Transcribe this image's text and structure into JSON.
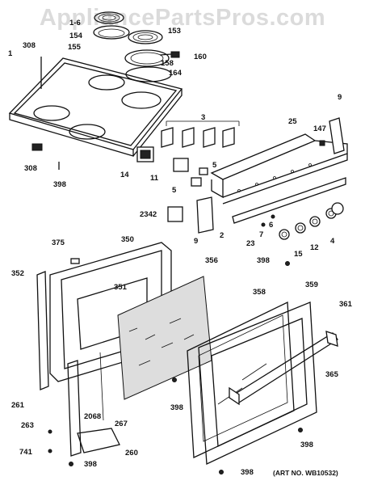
{
  "watermark": "AppliancePartsPros.com",
  "art_number": "(ART NO. WB10532)",
  "part_labels": [
    "1",
    "308",
    "154",
    "155",
    "158",
    "160",
    "164",
    "1-6",
    "153",
    "308",
    "398",
    "3",
    "14",
    "11",
    "5",
    "5",
    "2342",
    "9",
    "2",
    "25",
    "147",
    "9",
    "7",
    "6",
    "23",
    "4",
    "12",
    "15",
    "398",
    "375",
    "350",
    "352",
    "351",
    "356",
    "358",
    "359",
    "361",
    "365",
    "261",
    "2068",
    "263",
    "267",
    "260",
    "741",
    "398",
    "398",
    "398",
    "398"
  ]
}
